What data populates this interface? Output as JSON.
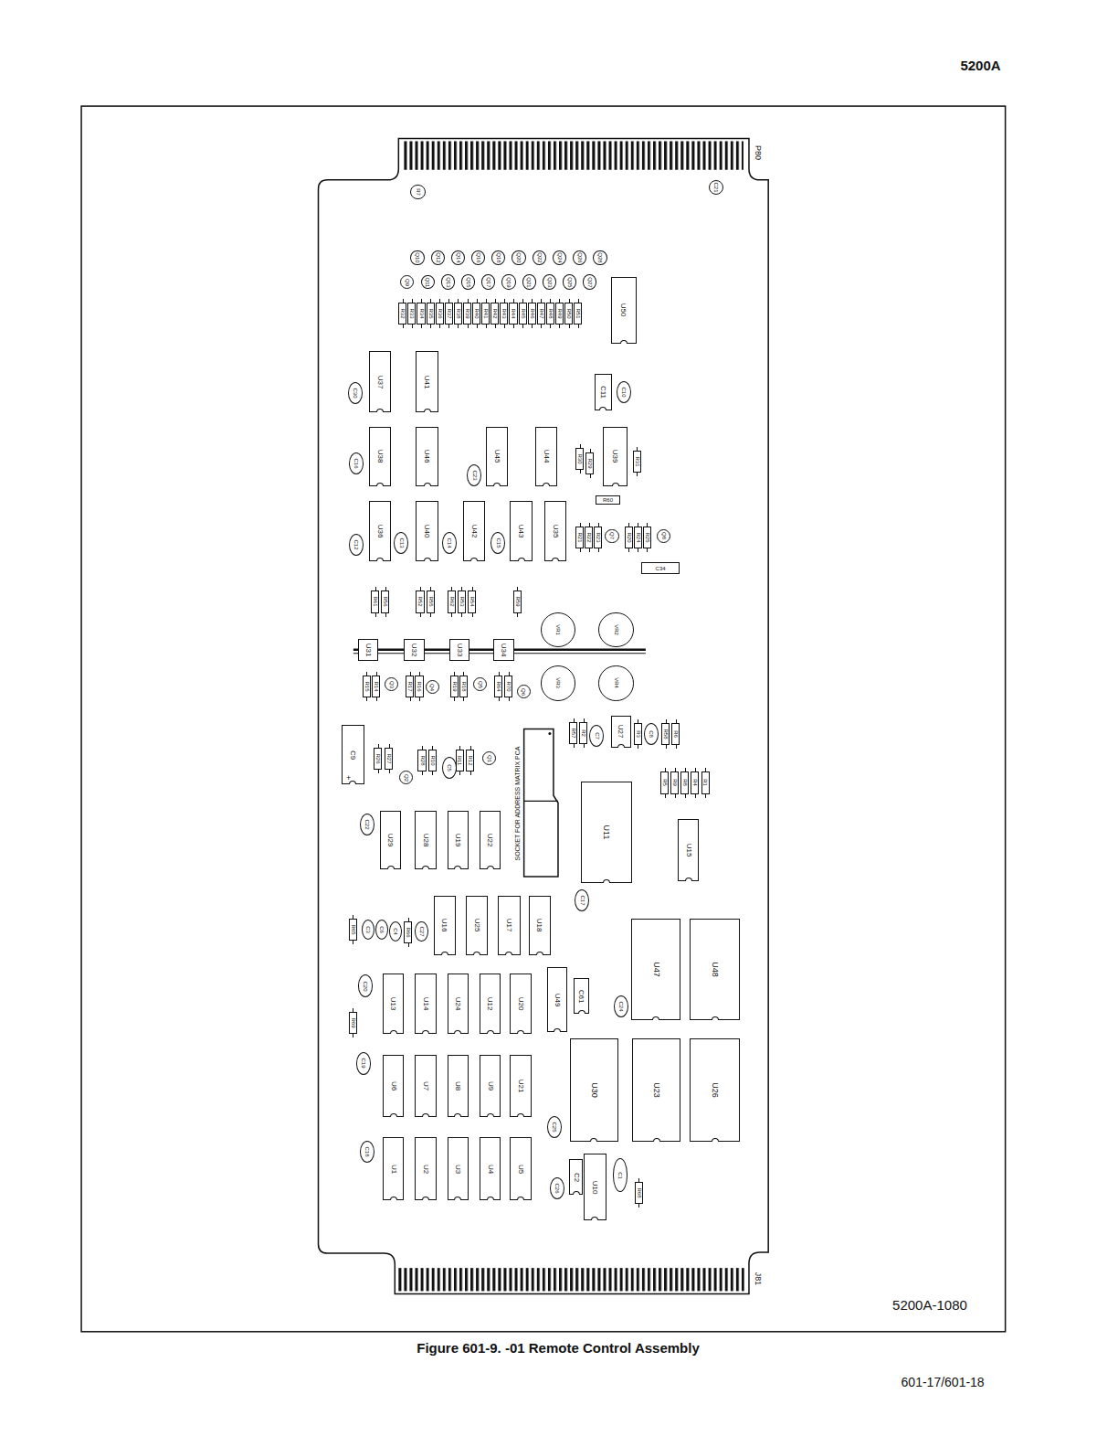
{
  "diagram": {
    "caption": "Figure 601-9. -01 Remote Control Assembly",
    "nodes": [
      {
        "text": [
          "R7"
        ]
      },
      {
        "text": [
          "C21"
        ]
      },
      {
        "text": [
          "Q10"
        ]
      },
      {
        "text": [
          "Q12"
        ]
      },
      {
        "text": [
          "Q14"
        ]
      },
      {
        "text": [
          "Q16"
        ]
      },
      {
        "text": [
          "Q18"
        ]
      },
      {
        "text": [
          "Q20"
        ]
      },
      {
        "text": [
          "Q22"
        ]
      },
      {
        "text": [
          "Q24"
        ]
      },
      {
        "text": [
          "Q26"
        ]
      },
      {
        "text": [
          "Q28"
        ]
      },
      {
        "text": [
          "Q9"
        ]
      },
      {
        "text": [
          "Q11"
        ]
      },
      {
        "text": [
          "Q13"
        ]
      },
      {
        "text": [
          "Q15"
        ]
      },
      {
        "text": [
          "Q17"
        ]
      },
      {
        "text": [
          "Q19"
        ]
      },
      {
        "text": [
          "Q21"
        ]
      },
      {
        "text": [
          "Q23"
        ]
      },
      {
        "text": [
          "Q25"
        ]
      },
      {
        "text": [
          "Q27"
        ]
      },
      {
        "text": [
          "R32"
        ]
      },
      {
        "text": [
          "R33"
        ]
      },
      {
        "text": [
          "R34"
        ]
      },
      {
        "text": [
          "R35"
        ]
      },
      {
        "text": [
          "R36"
        ]
      },
      {
        "text": [
          "R37"
        ]
      },
      {
        "text": [
          "R38"
        ]
      },
      {
        "text": [
          "R39"
        ]
      },
      {
        "text": [
          "R40"
        ]
      },
      {
        "text": [
          "R41"
        ]
      },
      {
        "text": [
          "R42"
        ]
      },
      {
        "text": [
          "R43"
        ]
      },
      {
        "text": [
          "R44"
        ]
      },
      {
        "text": [
          "R45"
        ]
      },
      {
        "text": [
          "R46"
        ]
      },
      {
        "text": [
          "R47"
        ]
      },
      {
        "text": [
          "R48"
        ]
      },
      {
        "text": [
          "R49"
        ]
      },
      {
        "text": [
          "R50"
        ]
      },
      {
        "text": [
          "R51"
        ]
      },
      {
        "text": [
          "U50"
        ]
      },
      {
        "text": [
          "C30"
        ]
      },
      {
        "text": [
          "U37"
        ]
      },
      {
        "text": [
          "U41"
        ]
      },
      {
        "text": [
          "C11"
        ]
      },
      {
        "text": [
          "C10"
        ]
      },
      {
        "text": [
          "C16"
        ]
      },
      {
        "text": [
          "U38"
        ]
      },
      {
        "text": [
          "U46"
        ]
      },
      {
        "text": [
          "C23"
        ]
      },
      {
        "text": [
          "U45"
        ]
      },
      {
        "text": [
          "U44"
        ]
      },
      {
        "text": [
          "R30"
        ]
      },
      {
        "text": [
          "R29"
        ]
      },
      {
        "text": [
          "U39"
        ]
      },
      {
        "text": [
          "R31"
        ]
      },
      {
        "text": [
          "R60"
        ]
      },
      {
        "text": [
          "C12"
        ]
      },
      {
        "text": [
          "U36"
        ]
      },
      {
        "text": [
          "C13"
        ]
      },
      {
        "text": [
          "U40"
        ]
      },
      {
        "text": [
          "C14"
        ]
      },
      {
        "text": [
          "U42"
        ]
      },
      {
        "text": [
          "C15"
        ]
      },
      {
        "text": [
          "U43"
        ]
      },
      {
        "text": [
          "U35"
        ]
      },
      {
        "text": [
          "R21"
        ]
      },
      {
        "text": [
          "R22"
        ]
      },
      {
        "text": [
          "R23"
        ]
      },
      {
        "text": [
          "Q7"
        ]
      },
      {
        "text": [
          "R20"
        ]
      },
      {
        "text": [
          "R24"
        ]
      },
      {
        "text": [
          "R25"
        ]
      },
      {
        "text": [
          "Q8"
        ]
      },
      {
        "text": [
          "C34"
        ]
      },
      {
        "text": [
          "R61"
        ]
      },
      {
        "text": [
          "R56"
        ]
      },
      {
        "text": [
          "R52"
        ]
      },
      {
        "text": [
          "R55"
        ]
      },
      {
        "text": [
          "R62"
        ]
      },
      {
        "text": [
          "R53"
        ]
      },
      {
        "text": [
          "R54"
        ]
      },
      {
        "text": [
          "R59"
        ]
      },
      {
        "text": [
          "U31"
        ]
      },
      {
        "text": [
          "U32"
        ]
      },
      {
        "text": [
          "U33"
        ]
      },
      {
        "text": [
          "U34"
        ]
      },
      {
        "text": [
          "VR1"
        ]
      },
      {
        "text": [
          "VR2"
        ]
      },
      {
        "text": [
          "VR3"
        ]
      },
      {
        "text": [
          "VR4"
        ]
      },
      {
        "text": [
          "R15"
        ]
      },
      {
        "text": [
          "R14"
        ]
      },
      {
        "text": [
          "Q3"
        ]
      },
      {
        "text": [
          "R17"
        ]
      },
      {
        "text": [
          "R16"
        ]
      },
      {
        "text": [
          "Q4"
        ]
      },
      {
        "text": [
          "R19"
        ]
      },
      {
        "text": [
          "R18"
        ]
      },
      {
        "text": [
          "Q5"
        ]
      },
      {
        "text": [
          "R64"
        ]
      },
      {
        "text": [
          "R70"
        ]
      },
      {
        "text": [
          "Q6"
        ]
      },
      {
        "text": [
          "R57"
        ]
      },
      {
        "text": [
          "R2"
        ]
      },
      {
        "text": [
          "C7"
        ]
      },
      {
        "text": [
          "U27"
        ]
      },
      {
        "text": [
          "R3"
        ]
      },
      {
        "text": [
          "C8"
        ]
      },
      {
        "text": [
          "R58"
        ]
      },
      {
        "text": [
          "R6"
        ]
      },
      {
        "text": [
          "C9"
        ]
      },
      {
        "text": [
          "R26"
        ]
      },
      {
        "text": [
          "R27"
        ]
      },
      {
        "text": [
          "Q2"
        ]
      },
      {
        "text": [
          "R28"
        ]
      },
      {
        "text": [
          "R10"
        ]
      },
      {
        "text": [
          "C5"
        ]
      },
      {
        "text": [
          "R11"
        ]
      },
      {
        "text": [
          "R12"
        ]
      },
      {
        "text": [
          "Q1"
        ]
      },
      {
        "text": [
          "R5"
        ]
      },
      {
        "text": [
          "R9"
        ]
      },
      {
        "text": [
          "R8"
        ]
      },
      {
        "text": [
          "R4"
        ]
      },
      {
        "text": [
          "R1"
        ]
      },
      {
        "text": [
          "U11"
        ]
      },
      {
        "text": [
          "C22"
        ]
      },
      {
        "text": [
          "U29"
        ]
      },
      {
        "text": [
          "U28"
        ]
      },
      {
        "text": [
          "U19"
        ]
      },
      {
        "text": [
          "U22"
        ]
      },
      {
        "text": [
          "U15"
        ]
      },
      {
        "text": [
          "C17"
        ]
      },
      {
        "text": [
          "U16"
        ]
      },
      {
        "text": [
          "U25"
        ]
      },
      {
        "text": [
          "U17"
        ]
      },
      {
        "text": [
          "U18"
        ]
      },
      {
        "text": [
          "R65"
        ]
      },
      {
        "text": [
          "C3"
        ]
      },
      {
        "text": [
          "C6"
        ]
      },
      {
        "text": [
          "C4"
        ]
      },
      {
        "text": [
          "R66"
        ]
      },
      {
        "text": [
          "C27"
        ]
      },
      {
        "text": [
          "U47"
        ]
      },
      {
        "text": [
          "U48"
        ]
      },
      {
        "text": [
          "C20"
        ]
      },
      {
        "text": [
          "U13"
        ]
      },
      {
        "text": [
          "U14"
        ]
      },
      {
        "text": [
          "U24"
        ]
      },
      {
        "text": [
          "U12"
        ]
      },
      {
        "text": [
          "U20"
        ]
      },
      {
        "text": [
          "U49"
        ]
      },
      {
        "text": [
          "C61"
        ]
      },
      {
        "text": [
          "C24"
        ]
      },
      {
        "text": [
          "R69"
        ]
      },
      {
        "text": [
          "C19"
        ]
      },
      {
        "text": [
          "U6"
        ]
      },
      {
        "text": [
          "U7"
        ]
      },
      {
        "text": [
          "U8"
        ]
      },
      {
        "text": [
          "U9"
        ]
      },
      {
        "text": [
          "U21"
        ]
      },
      {
        "text": [
          "U30"
        ]
      },
      {
        "text": [
          "U23"
        ]
      },
      {
        "text": [
          "U26"
        ]
      },
      {
        "text": [
          "C25"
        ]
      },
      {
        "text": [
          "C18"
        ]
      },
      {
        "text": [
          "U1"
        ]
      },
      {
        "text": [
          "U2"
        ]
      },
      {
        "text": [
          "U3"
        ]
      },
      {
        "text": [
          "U4"
        ]
      },
      {
        "text": [
          "U5"
        ]
      },
      {
        "text": [
          "C26"
        ]
      },
      {
        "text": [
          "C2"
        ]
      },
      {
        "text": [
          "U10"
        ]
      },
      {
        "text": [
          "C1"
        ]
      },
      {
        "text": [
          "R68"
        ]
      }
    ],
    "labels": [
      "5200A",
      "P80",
      "SOCKET FOR ADDRESS MATRIX PCA",
      "+",
      "J81",
      "5200A-1080",
      "601-17/601-18"
    ]
  }
}
